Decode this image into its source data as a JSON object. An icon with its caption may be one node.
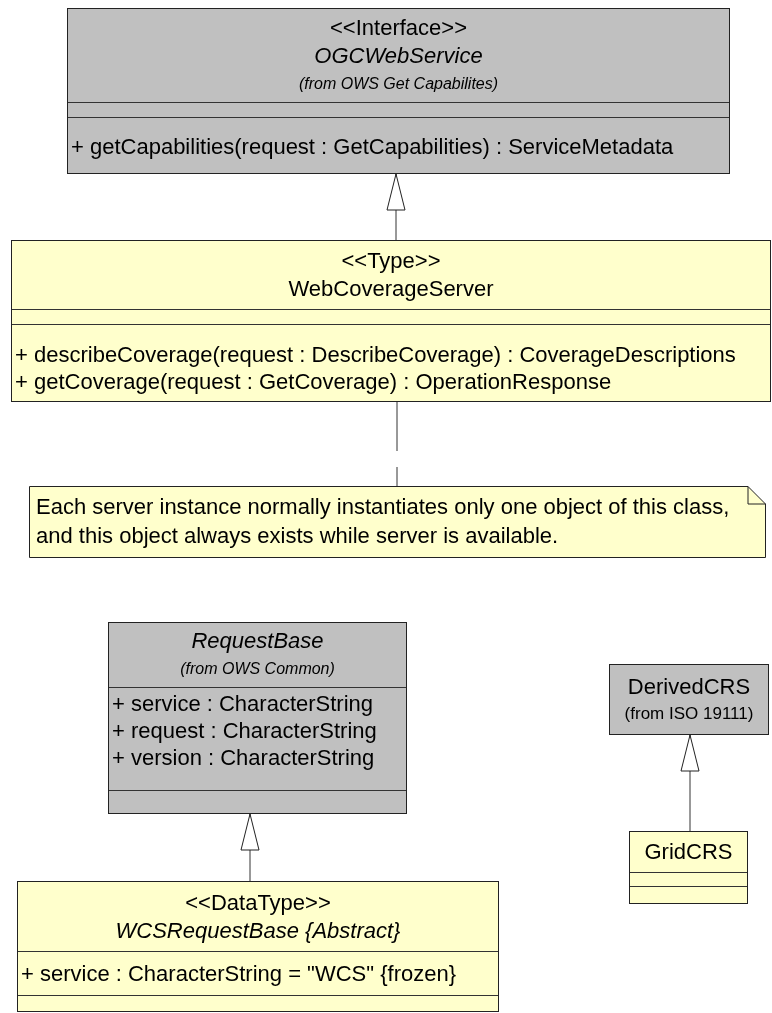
{
  "diagram": {
    "nodes": [
      {
        "text": [
          "<<Interface>>",
          "OGCWebService",
          "(from OWS Get Capabilites)",
          "+ getCapabilities(request : GetCapabilities) : ServiceMetadata"
        ]
      },
      {
        "text": [
          "<<Type>>",
          "WebCoverageServer",
          "+ describeCoverage(request : DescribeCoverage) : CoverageDescriptions",
          "+ getCoverage(request : GetCoverage) : OperationResponse"
        ]
      },
      {
        "text": [
          "Each server instance normally instantiates only one object of this class, and this object always exists while server is available."
        ]
      },
      {
        "text": [
          "RequestBase",
          "(from OWS Common)",
          "+ service : CharacterString",
          "+ request : CharacterString",
          "+ version : CharacterString"
        ]
      },
      {
        "text": [
          "<<DataType>>",
          "WCSRequestBase {Abstract}",
          "+ service : CharacterString = \"WCS\" {frozen}"
        ]
      },
      {
        "text": [
          "DerivedCRS",
          "(from ISO 19111)"
        ]
      },
      {
        "text": [
          "GridCRS"
        ]
      }
    ],
    "edges": [
      {
        "from": 1,
        "to": 0,
        "arrow": "to"
      },
      {
        "from": 1,
        "to": 2,
        "arrow": "none",
        "style": "dashed"
      },
      {
        "from": 4,
        "to": 3,
        "arrow": "to"
      },
      {
        "from": 6,
        "to": 5,
        "arrow": "to"
      }
    ]
  }
}
